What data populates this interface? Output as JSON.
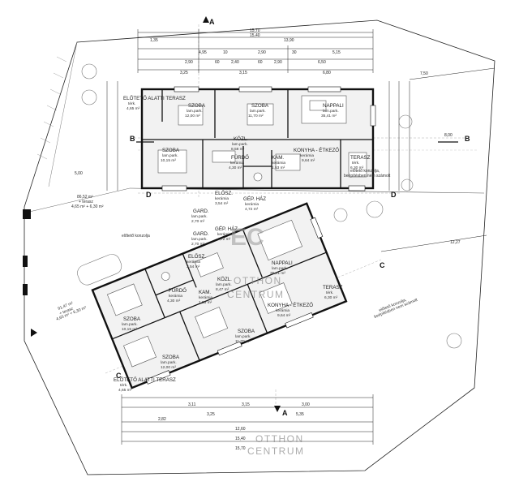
{
  "sections": {
    "a": "A",
    "b": "B",
    "c": "C",
    "d": "D"
  },
  "upper_unit": {
    "rooms": [
      {
        "id": "terrace-nw",
        "name": "ELŐTETŐ ALATTI TERASZ",
        "floor": "térk.",
        "area": "4,65 m²"
      },
      {
        "id": "bedroom-1",
        "name": "SZOBA",
        "floor": "lam.park.",
        "area": "12,00 m²"
      },
      {
        "id": "bedroom-2",
        "name": "SZOBA",
        "floor": "lam.park.",
        "area": "11,70 m²"
      },
      {
        "id": "living",
        "name": "NAPPALI",
        "floor": "lam.park.",
        "area": "35,41 m²"
      },
      {
        "id": "bedroom-3",
        "name": "SZOBA",
        "floor": "lam.park.",
        "area": "10,15 m²"
      },
      {
        "id": "hall",
        "name": "KÖZL.",
        "floor": "lam.park.",
        "area": "8,58 m²"
      },
      {
        "id": "bath",
        "name": "FÜRDŐ",
        "floor": "kerámia",
        "area": "4,30 m²"
      },
      {
        "id": "pantry",
        "name": "KAM.",
        "floor": "kerámia",
        "area": "1,53 m²"
      },
      {
        "id": "kitchen",
        "name": "KONYHA - ÉTKEZŐ",
        "floor": "kerámia",
        "area": "9,64 m²"
      },
      {
        "id": "terrace-e",
        "name": "TERASZ",
        "floor": "térk.",
        "area": "6,30 m²"
      },
      {
        "id": "entry",
        "name": "ELŐSZ.",
        "floor": "kerámia",
        "area": "3,54 m²"
      },
      {
        "id": "utility",
        "name": "GÉP. HÁZ",
        "floor": "kerámia",
        "area": "4,72 m²"
      },
      {
        "id": "wardrobe",
        "name": "GARD.",
        "floor": "lam.park.",
        "area": "2,70 m²"
      }
    ]
  },
  "lower_unit": {
    "rooms": [
      {
        "id": "l-wardrobe",
        "name": "GARD.",
        "floor": "lam.park.",
        "area": "2,70 m²"
      },
      {
        "id": "l-utility",
        "name": "GÉP. HÁZ",
        "floor": "kerámia",
        "area": "4,72 m²"
      },
      {
        "id": "l-entry",
        "name": "ELŐSZ.",
        "floor": "kerámia",
        "area": "3,54 m²"
      },
      {
        "id": "l-living",
        "name": "NAPPALI",
        "floor": "lam.park.",
        "area": "35,41 m²"
      },
      {
        "id": "l-hall",
        "name": "KÖZL.",
        "floor": "lam.park.",
        "area": "8,47 m²"
      },
      {
        "id": "l-bath",
        "name": "FÜRDŐ",
        "floor": "kerámia",
        "area": "4,30 m²"
      },
      {
        "id": "l-pantry",
        "name": "KAM.",
        "floor": "kerámia",
        "area": "1,53 m²"
      },
      {
        "id": "l-terrace-e",
        "name": "TERASZ",
        "floor": "térk.",
        "area": "6,30 m²"
      },
      {
        "id": "l-kitchen",
        "name": "KONYHA - ÉTKEZŐ",
        "floor": "kerámia",
        "area": "9,64 m²"
      },
      {
        "id": "l-bedroom-a",
        "name": "SZOBA",
        "floor": "lam.park.",
        "area": "10,15 m²"
      },
      {
        "id": "l-bedroom-b",
        "name": "SZOBA",
        "floor": "lam.park.",
        "area": "11,70 m²"
      },
      {
        "id": "l-bedroom-c",
        "name": "SZOBA",
        "floor": "lam.park.",
        "area": "12,00 m²"
      },
      {
        "id": "l-terrace-sw",
        "name": "ELŐTETŐ ALATTI TERASZ",
        "floor": "térk.",
        "area": "4,65 m²"
      }
    ]
  },
  "notes": {
    "upper_terrace_note_1": "előtető konzolja,",
    "upper_terrace_note_2": "beépítésben nem számolt",
    "lower_terrace_note_1": "előtető konzolja,",
    "lower_terrace_note_2": "beépítésben nem számolt",
    "porch_note": "előtető konzolja",
    "upper_area_a": "86,52 m²",
    "upper_area_b": "+ terasz",
    "upper_area_c": "4,65 m² + 6,30 m²",
    "lower_area_a": "91,47 m²",
    "lower_area_b": "+ terasz",
    "lower_area_c": "4,65 m² + 6,30 m²"
  },
  "dimensions": {
    "top_total_1": "15,70",
    "top_total_2": "15,40",
    "top_seg_1": "1,35",
    "top_seg_2": "13,90",
    "top_row_a": [
      "4,95",
      "10",
      "2,90",
      "30",
      "5,15"
    ],
    "top_row_b": [
      "2,90",
      "60",
      "2,40",
      "60",
      "2,90",
      "6,50"
    ],
    "top_row_c": [
      "3,25",
      "3,15",
      "6,80"
    ],
    "right_dim": "7,50",
    "right_dim_2": "12,27",
    "right_dim_3": "8,00",
    "left_dim": "5,00",
    "bottom_row_a": [
      "3,11",
      "3,15",
      "3,00"
    ],
    "bottom_row_b": [
      "3,25",
      "5,35"
    ],
    "bottom_total_1": "12,60",
    "bottom_total_2": "15,40",
    "bottom_total_3": "15,70",
    "bottom_seg": "2,82"
  },
  "watermark": {
    "logo": "EC",
    "line1": "OTTHON",
    "line2": "CENTRUM"
  }
}
